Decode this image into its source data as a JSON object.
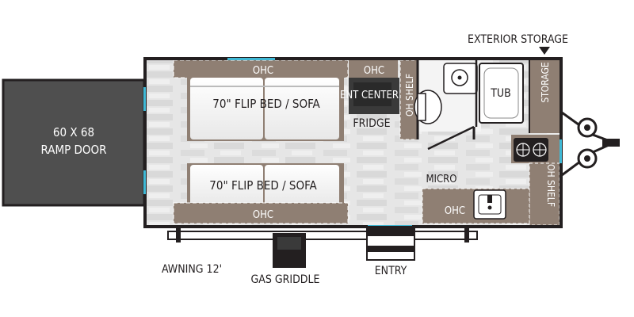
{
  "floorplan": {
    "exterior_storage": "EXTERIOR STORAGE",
    "ramp_door": [
      "60 X 68",
      "RAMP DOOR"
    ],
    "ohc": "OHC",
    "flip_bed_sofa": "70\" FLIP BED / SOFA",
    "ent_center": "ENT CENTER",
    "fridge": "FRIDGE",
    "oh_shelf": "OH SHELF",
    "tub": "TUB",
    "storage": "STORAGE",
    "micro": "MICRO",
    "awning": "AWNING 12'",
    "gas_griddle": "GAS GRIDDLE",
    "entry": "ENTRY"
  },
  "colors": {
    "wall": "#231f20",
    "cabinet": "#8f7f73",
    "floor_light": "#e9e9e9",
    "floor_dark": "#d4d4d4",
    "ramp": "#4f4f4f",
    "accent": "#3fb9d6"
  }
}
